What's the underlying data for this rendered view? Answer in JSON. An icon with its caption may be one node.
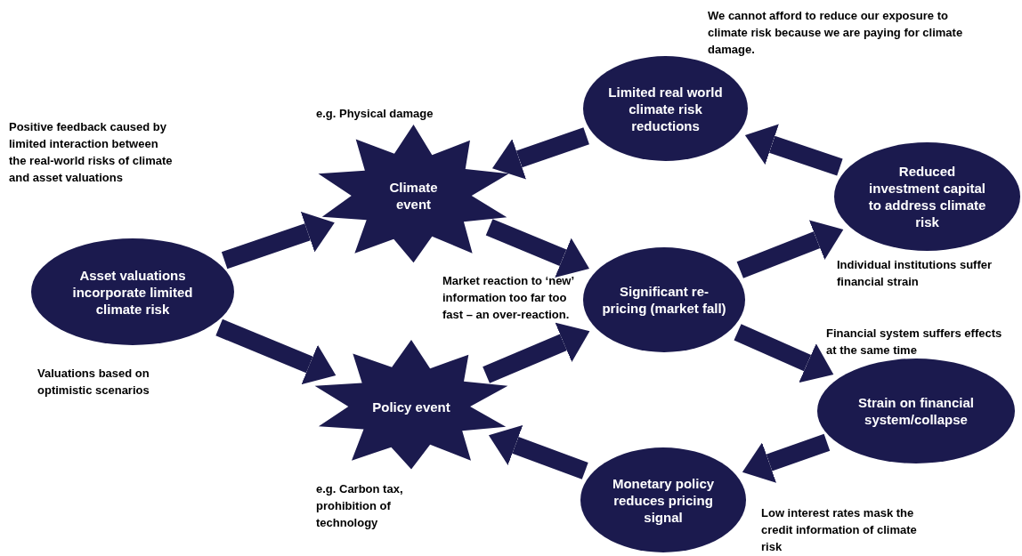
{
  "diagram": {
    "nodes": [
      {
        "text": [
          "Asset valuations incorporate limited climate risk"
        ],
        "beside": [
          "Valuations based on optimistic scenarios"
        ]
      },
      {
        "text": [
          "Climate event"
        ],
        "beside": [
          "e.g. Physical damage"
        ]
      },
      {
        "text": [
          "Policy event"
        ],
        "beside": [
          "e.g. Carbon tax, prohibition of technology"
        ]
      },
      {
        "text": [
          "Significant re-pricing (market fall)"
        ]
      },
      {
        "text": [
          "Limited real world climate risk reductions"
        ],
        "beside": [
          "We cannot afford to reduce our exposure to climate risk because we are paying for climate damage."
        ]
      },
      {
        "text": [
          "Reduced investment capital to address climate risk"
        ],
        "beside": [
          "Individual institutions suffer financial strain"
        ]
      },
      {
        "text": [
          "Strain on financial system/collapse"
        ],
        "beside": [
          "Financial system suffers effects at the same time"
        ]
      },
      {
        "text": [
          "Monetary policy reduces pricing signal"
        ],
        "beside": [
          "Low interest rates mask the credit information of climate risk"
        ]
      }
    ],
    "edges": [
      {
        "from": 0,
        "to": 1,
        "arrow": "to"
      },
      {
        "from": 0,
        "to": 2,
        "arrow": "to"
      },
      {
        "from": 1,
        "to": 3,
        "arrow": "to"
      },
      {
        "from": 2,
        "to": 3,
        "arrow": "to"
      },
      {
        "from": 3,
        "to": 5,
        "arrow": "to"
      },
      {
        "from": 3,
        "to": 6,
        "arrow": "to"
      },
      {
        "from": 5,
        "to": 4,
        "arrow": "to"
      },
      {
        "from": 4,
        "to": 1,
        "arrow": "to"
      },
      {
        "from": 6,
        "to": 7,
        "arrow": "to"
      },
      {
        "from": 7,
        "to": 2,
        "arrow": "to"
      }
    ],
    "labels": [
      "Positive feedback caused by limited interaction between the real-world risks of climate and asset valuations",
      "Market reaction to ‘new’ information too far too fast – an over-reaction."
    ]
  }
}
